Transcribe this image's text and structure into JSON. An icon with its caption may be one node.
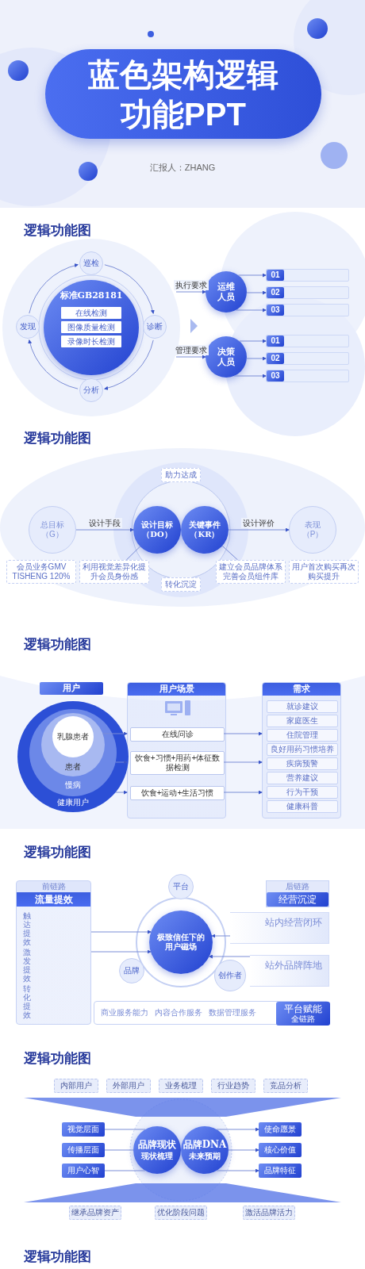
{
  "diagram": {
    "title": "蓝色架构逻辑功能PPT",
    "nodes": [
      {
        "text": [
          "标准GB28181"
        ]
      },
      {
        "text": [
          "在线检测"
        ],
        "in": 0
      },
      {
        "text": [
          "图像质量检测"
        ],
        "in": 0
      },
      {
        "text": [
          "录像时长检测"
        ],
        "in": 0
      },
      {
        "text": [
          "巡检"
        ]
      },
      {
        "text": [
          "诊断"
        ]
      },
      {
        "text": [
          "分析"
        ]
      },
      {
        "text": [
          "发现"
        ]
      },
      {
        "text": [
          "运维人员"
        ]
      },
      {
        "text": [
          "决策人员"
        ]
      },
      {
        "text": [
          "01"
        ]
      },
      {
        "text": [
          "02"
        ]
      },
      {
        "text": [
          "03"
        ]
      },
      {
        "text": [
          "01"
        ]
      },
      {
        "text": [
          "02"
        ]
      },
      {
        "text": [
          "03"
        ]
      },
      {
        "text": [
          "总目标（G）"
        ]
      },
      {
        "text": [
          "设计目标（DO）"
        ]
      },
      {
        "text": [
          "关键事件（KR）"
        ]
      },
      {
        "text": [
          "表现（P）"
        ]
      },
      {
        "text": [
          "助力达成"
        ]
      },
      {
        "text": [
          "转化沉淀"
        ]
      },
      {
        "text": [
          "会员业务GMV TISHENG 120%"
        ]
      },
      {
        "text": [
          "利用视觉差异化提升会员身份感"
        ]
      },
      {
        "text": [
          "建立会员品牌体系完善会员组件库"
        ]
      },
      {
        "text": [
          "用户首次购买再次购买提升"
        ]
      },
      {
        "text": [
          "用户"
        ]
      },
      {
        "text": [
          "用户场景"
        ]
      },
      {
        "text": [
          "需求"
        ]
      },
      {
        "text": [
          "健康用户"
        ]
      },
      {
        "text": [
          "慢病"
        ],
        "in": 29
      },
      {
        "text": [
          "患者"
        ],
        "in": 30
      },
      {
        "text": [
          "乳腺患者"
        ],
        "in": 31
      },
      {
        "text": [
          "在线问诊"
        ],
        "in": 27
      },
      {
        "text": [
          "饮食+习惯+用药+体征数据检测"
        ],
        "in": 27
      },
      {
        "text": [
          "饮食+运动+生活习惯"
        ],
        "in": 27
      },
      {
        "text": [
          "就诊建议"
        ],
        "in": 28
      },
      {
        "text": [
          "家庭医生"
        ],
        "in": 28
      },
      {
        "text": [
          "住院管理"
        ],
        "in": 28
      },
      {
        "text": [
          "良好用药习惯培养"
        ],
        "in": 28
      },
      {
        "text": [
          "疾病预警"
        ],
        "in": 28
      },
      {
        "text": [
          "营养建议"
        ],
        "in": 28
      },
      {
        "text": [
          "行为干预"
        ],
        "in": 28
      },
      {
        "text": [
          "健康科普"
        ],
        "in": 28
      },
      {
        "text": [
          "前链路",
          "流量提效"
        ]
      },
      {
        "text": [
          "触达提效"
        ],
        "in": 44
      },
      {
        "text": [
          "激发提效"
        ],
        "in": 44
      },
      {
        "text": [
          "转化提效"
        ],
        "in": 44
      },
      {
        "text": [
          "极致信任下的用户磁场"
        ]
      },
      {
        "text": [
          "平台"
        ]
      },
      {
        "text": [
          "品牌"
        ]
      },
      {
        "text": [
          "创作者"
        ]
      },
      {
        "text": [
          "后链路",
          "经营沉淀"
        ]
      },
      {
        "text": [
          "站内经营闭环"
        ]
      },
      {
        "text": [
          "站外品牌阵地"
        ]
      },
      {
        "text": [
          "商业服务能力",
          "内容合作服务",
          "数据管理服务"
        ]
      },
      {
        "text": [
          "平台赋能",
          "全链路"
        ],
        "in": 55
      },
      {
        "text": [
          "内部用户"
        ]
      },
      {
        "text": [
          "外部用户"
        ]
      },
      {
        "text": [
          "业务梳理"
        ]
      },
      {
        "text": [
          "行业趋势"
        ]
      },
      {
        "text": [
          "竞品分析"
        ]
      },
      {
        "text": [
          "品牌现状",
          "现状梳理"
        ]
      },
      {
        "text": [
          "品牌DNA",
          "未来预期"
        ]
      },
      {
        "text": [
          "视觉层面"
        ]
      },
      {
        "text": [
          "传播层面"
        ]
      },
      {
        "text": [
          "用户心智"
        ]
      },
      {
        "text": [
          "使命愿景"
        ]
      },
      {
        "text": [
          "核心价值"
        ]
      },
      {
        "text": [
          "品牌特征"
        ]
      },
      {
        "text": [
          "继承品牌资产"
        ]
      },
      {
        "text": [
          "优化阶段问题"
        ]
      },
      {
        "text": [
          "激活品牌活力"
        ]
      }
    ],
    "edges": [
      {
        "from": 4,
        "to": 5,
        "arrow": "to"
      },
      {
        "from": 5,
        "to": 6,
        "arrow": "to"
      },
      {
        "from": 6,
        "to": 7,
        "arrow": "to"
      },
      {
        "from": 7,
        "to": 4,
        "arrow": "to"
      },
      {
        "from": null,
        "to": 8,
        "arrow": "to",
        "label": "执行要求"
      },
      {
        "from": null,
        "to": 9,
        "arrow": "to",
        "label": "管理要求"
      },
      {
        "from": 8,
        "to": 10,
        "arrow": "to"
      },
      {
        "from": 8,
        "to": 11,
        "arrow": "to"
      },
      {
        "from": 8,
        "to": 12,
        "arrow": "to"
      },
      {
        "from": 9,
        "to": 13,
        "arrow": "to"
      },
      {
        "from": 9,
        "to": 14,
        "arrow": "to"
      },
      {
        "from": 9,
        "to": 15,
        "arrow": "to"
      },
      {
        "from": 16,
        "to": 17,
        "arrow": "to",
        "label": "设计手段"
      },
      {
        "from": 18,
        "to": 19,
        "arrow": "to",
        "label": "设计评价"
      },
      {
        "from": 17,
        "to": 23,
        "arrow": "none"
      },
      {
        "from": 18,
        "to": 24,
        "arrow": "none"
      },
      {
        "from": 31,
        "to": 27,
        "arrow": "to"
      },
      {
        "from": 30,
        "to": 27,
        "arrow": "to"
      },
      {
        "from": 29,
        "to": 27,
        "arrow": "to"
      },
      {
        "from": 33,
        "to": 28,
        "arrow": "to"
      },
      {
        "from": 34,
        "to": 28,
        "arrow": "to"
      },
      {
        "from": 35,
        "to": 28,
        "arrow": "to"
      },
      {
        "from": 44,
        "to": 48,
        "arrow": "to"
      },
      {
        "from": 44,
        "to": 48,
        "arrow": "to"
      },
      {
        "from": 53,
        "to": 48,
        "arrow": "to"
      },
      {
        "from": 54,
        "to": 48,
        "arrow": "to"
      },
      {
        "from": 62,
        "to": 64,
        "arrow": "none"
      },
      {
        "from": 62,
        "to": 65,
        "arrow": "none"
      },
      {
        "from": 62,
        "to": 66,
        "arrow": "none"
      },
      {
        "from": 63,
        "to": 67,
        "arrow": "to"
      },
      {
        "from": 63,
        "to": 68,
        "arrow": "to"
      },
      {
        "from": 63,
        "to": 69,
        "arrow": "to"
      }
    ],
    "labels": [
      "汇报人：ZHANG",
      "逻辑功能图",
      "逻辑功能图",
      "逻辑功能图",
      "逻辑功能图",
      "逻辑功能图",
      "逻辑功能图"
    ]
  }
}
